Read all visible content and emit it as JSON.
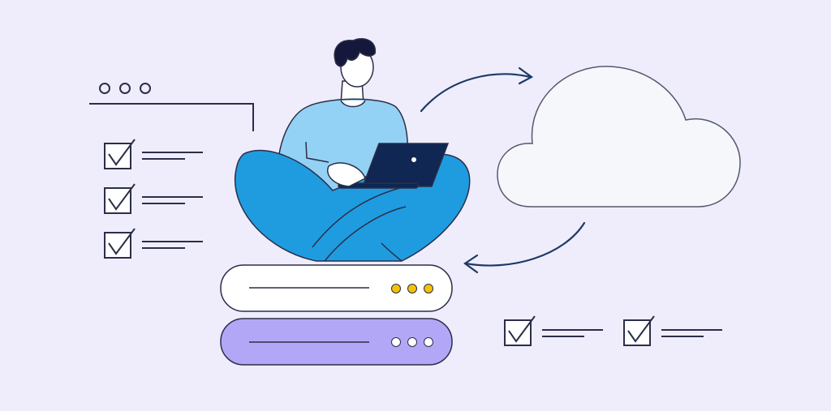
{
  "colors": {
    "background": "#efedfb",
    "stroke": "#2b2e4a",
    "shirt": "#93d2f5",
    "pants": "#1f9ce0",
    "laptop": "#0f2752",
    "hair": "#15183a",
    "server_top": "#ffffff",
    "server_top_dots": "#f2c300",
    "server_bottom": "#b2a7f7",
    "server_bottom_dots": "#ffffff",
    "cloud": "#f6f7fb",
    "arrow": "#1d3a66"
  },
  "icons": [
    "window-dots-icon",
    "checkbox-checked-icon",
    "cloud-icon",
    "sync-arrow-icon",
    "server-icon",
    "laptop-icon",
    "person-illustration"
  ],
  "checklist_left": {
    "count": 3,
    "checked": [
      true,
      true,
      true
    ]
  },
  "checklist_bottom_right": {
    "count": 2,
    "checked": [
      true,
      true
    ]
  }
}
